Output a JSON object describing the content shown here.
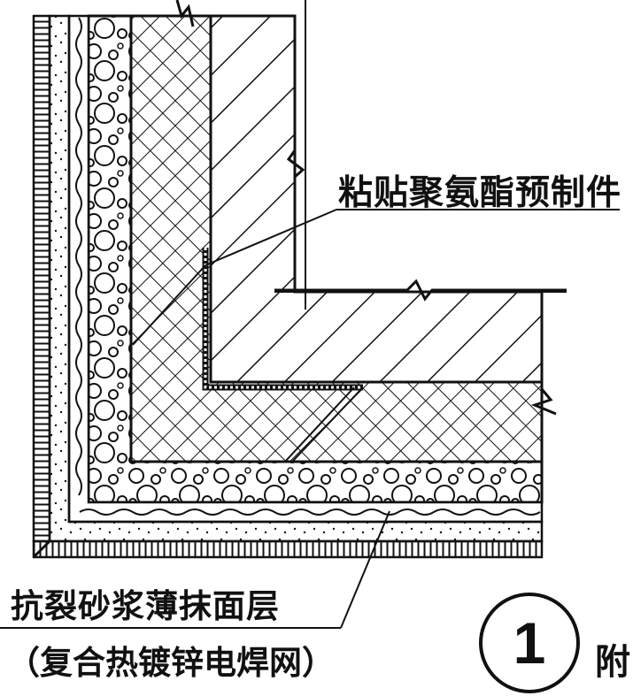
{
  "labels": {
    "precast_part": "粘贴聚氨酯预制件",
    "mortar_layer": "抗裂砂浆薄抹面层",
    "mesh_note": "（复合热镀锌电焊网）"
  },
  "detail_marker": {
    "number": "1",
    "suffix": "附"
  }
}
